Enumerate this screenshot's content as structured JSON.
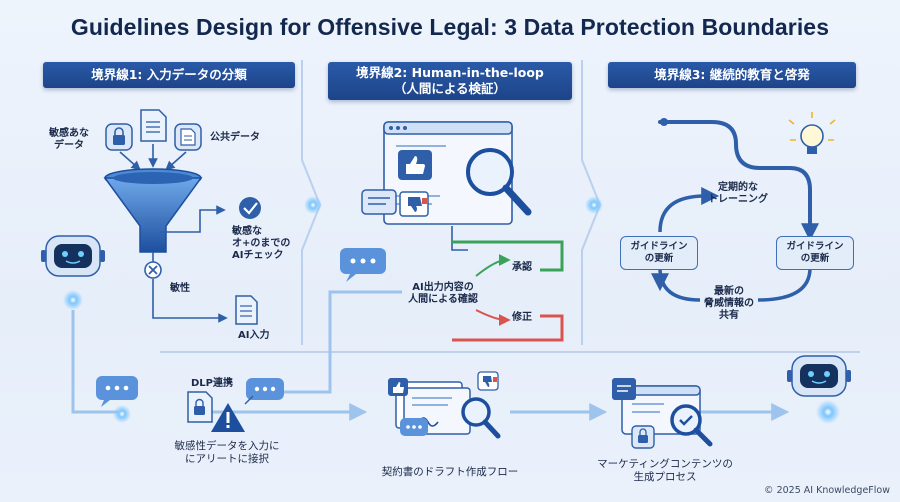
{
  "title": "Guidelines Design for Offensive Legal: 3 Data Protection Boundaries",
  "sections": [
    {
      "label": "境界線1: 入力データの分類"
    },
    {
      "label_line1": "境界線2: Human-in-the-loop",
      "label_line2": "（人間による検証）"
    },
    {
      "label": "境界線3: 継続的教育と啓発"
    }
  ],
  "boundary1": {
    "sensitive": "敏感あな\nデータ",
    "public": "公共データ",
    "check": "敏感な\nオ+のまでの\nAIチェック",
    "sensitivity": "敏性",
    "ai_input": "AI入力"
  },
  "boundary2": {
    "verify": "AI出力内容の\n人間による確認",
    "approve": "承認",
    "revise": "修正"
  },
  "boundary3": {
    "training": "定期的な\nトレーニング",
    "guide_left": "ガイドライン\nの更新",
    "guide_right": "ガイドライン\nの更新",
    "share": "最新の\n脅威情報の\n共有"
  },
  "bottom": {
    "dlp": "DLP連携",
    "alert": "敏感性データを入力に\nにアリートに接択",
    "contract": "契約書のドラフト作成フロー",
    "marketing": "マーケティングコンテンツの\n生成プロセス"
  },
  "copyright": "© 2025 AI KnowledgeFlow",
  "colors": {
    "navy": "#1d4489",
    "accent": "#3a7bd5",
    "green": "#3aa35a",
    "red": "#d9534f",
    "glow": "#5fb8ff"
  }
}
